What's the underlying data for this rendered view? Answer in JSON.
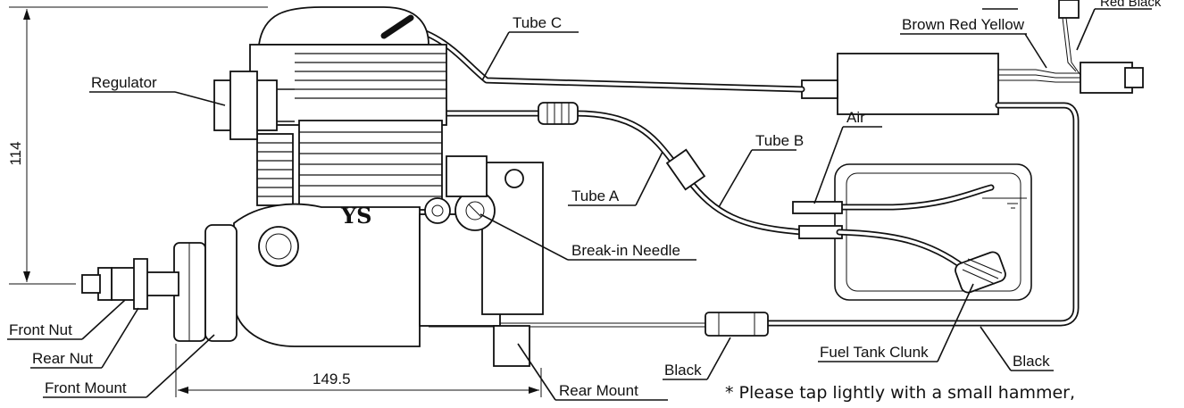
{
  "labels": {
    "tube_c": "Tube C",
    "regulator": "Regulator",
    "brown_red_yellow": "Brown Red Yellow",
    "red_black": "Red Black",
    "tube_b": "Tube B",
    "air": "Air",
    "tube_a": "Tube A",
    "break_in_needle": "Break-in Needle",
    "front_nut": "Front Nut",
    "rear_nut": "Rear Nut",
    "front_mount": "Front Mount",
    "rear_mount": "Rear Mount",
    "black_left": "Black",
    "fuel_tank_clunk": "Fuel Tank Clunk",
    "black_right": "Black",
    "brand": "YS"
  },
  "dimensions": {
    "height": "114",
    "width": "149.5"
  },
  "note": "* Please tap lightly with a small hammer,"
}
